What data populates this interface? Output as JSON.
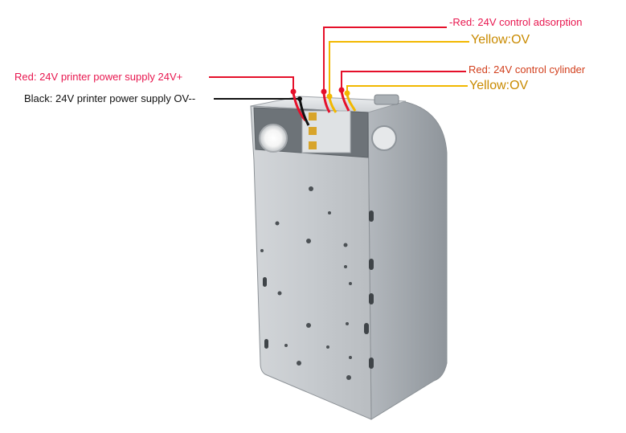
{
  "labels": {
    "red_adsorption": "-Red: 24V control adsorption",
    "yellow_top": "Yellow:OV",
    "red_cylinder": "Red: 24V control cylinder",
    "yellow_bottom": "Yellow:OV",
    "red_power": "Red: 24V printer power supply 24V+",
    "black_power": "Black: 24V printer power supply OV--"
  },
  "colors": {
    "red_wire": "#e5102a",
    "yellow_wire": "#f2b800",
    "black_wire": "#111111",
    "housing": "#c9cdd1",
    "housing_dark": "#9ea3a8"
  }
}
